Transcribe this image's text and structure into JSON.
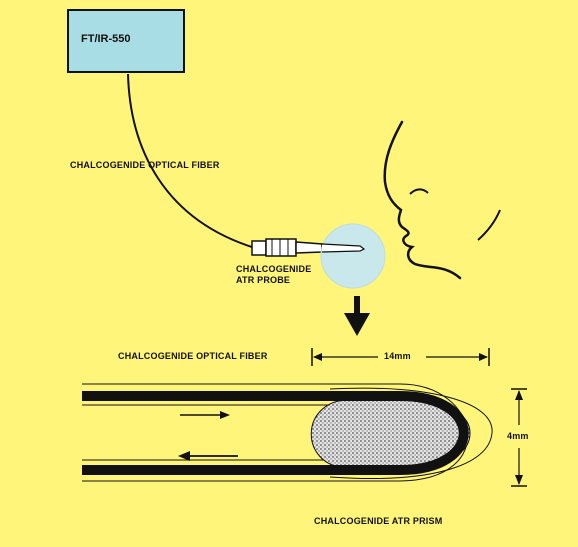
{
  "instrument": {
    "label": "FT/IR-550"
  },
  "labels": {
    "fiber_top": "CHALCOGENIDE OPTICAL FIBER",
    "probe_line1": "CHALCOGENIDE",
    "probe_line2": "ATR PROBE",
    "fiber_detail": "CHALCOGENIDE OPTICAL FIBER",
    "prism": "CHALCOGENIDE ATR PRISM"
  },
  "dimensions": {
    "length": "14mm",
    "width": "4mm"
  },
  "colors": {
    "background": "#FFF57A",
    "instrument": "#A8DDE6",
    "ink": "#111111"
  }
}
